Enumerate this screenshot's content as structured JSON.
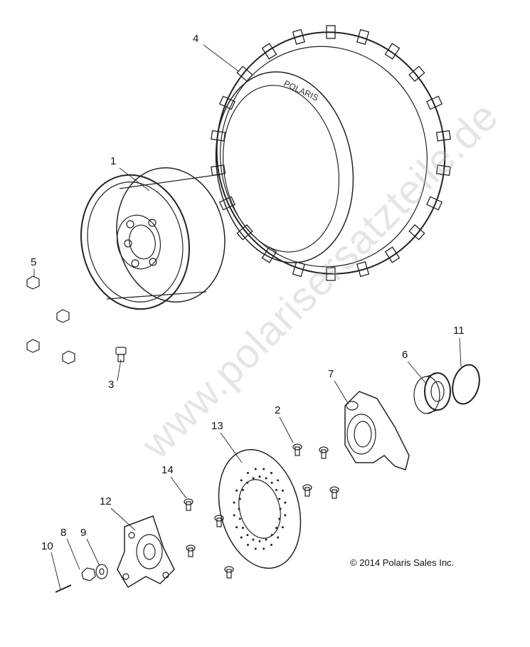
{
  "watermark": "www.polarisersatzteile.de",
  "copyright": "© 2014 Polaris Sales Inc.",
  "tire_text": "POLARIS",
  "callouts": [
    "1",
    "2",
    "3",
    "4",
    "5",
    "6",
    "7",
    "8",
    "9",
    "10",
    "11",
    "12",
    "13",
    "14"
  ]
}
